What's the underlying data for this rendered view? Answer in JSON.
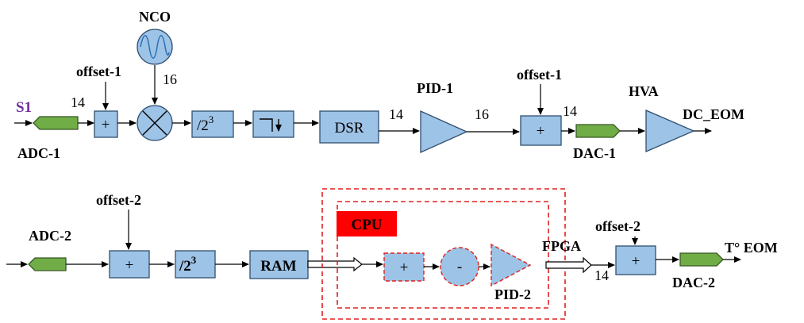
{
  "top_row": {
    "signal": "S1",
    "adc_label": "ADC-1",
    "width_14a": "14",
    "offset_label": "offset-1",
    "adder_symbol": "+",
    "nco_label": "NCO",
    "width_16a": "16",
    "divider": "/2",
    "divider_exp": "3",
    "dsr_label": "DSR",
    "width_14b": "14",
    "pid_label": "PID-1",
    "width_16b": "16",
    "offset2_label": "offset-1",
    "adder2_symbol": "+",
    "width_14c": "14",
    "dac_label": "DAC-1",
    "hva_label": "HVA",
    "output_label": "DC_EOM"
  },
  "bottom_row": {
    "adc_label": "ADC-2",
    "offset_label": "offset-2",
    "adder_symbol": "+",
    "divider": "/2",
    "divider_exp": "3",
    "ram_label": "RAM",
    "cpu_label": "CPU",
    "cpu_adder_symbol": "+",
    "cpu_sub_symbol": "-",
    "pid_label": "PID-2",
    "fpga_label": "FPGA",
    "width_14": "14",
    "offset2_label": "offset-2",
    "adder2_symbol": "+",
    "dac_label": "DAC-2",
    "output_label": "T° EOM"
  },
  "colors": {
    "block_fill": "#9dc3e6",
    "converter_fill": "#70ad47",
    "cpu_badge": "#ff0000",
    "dashed_border": "#e02020",
    "signal_text": "#7030a0"
  }
}
